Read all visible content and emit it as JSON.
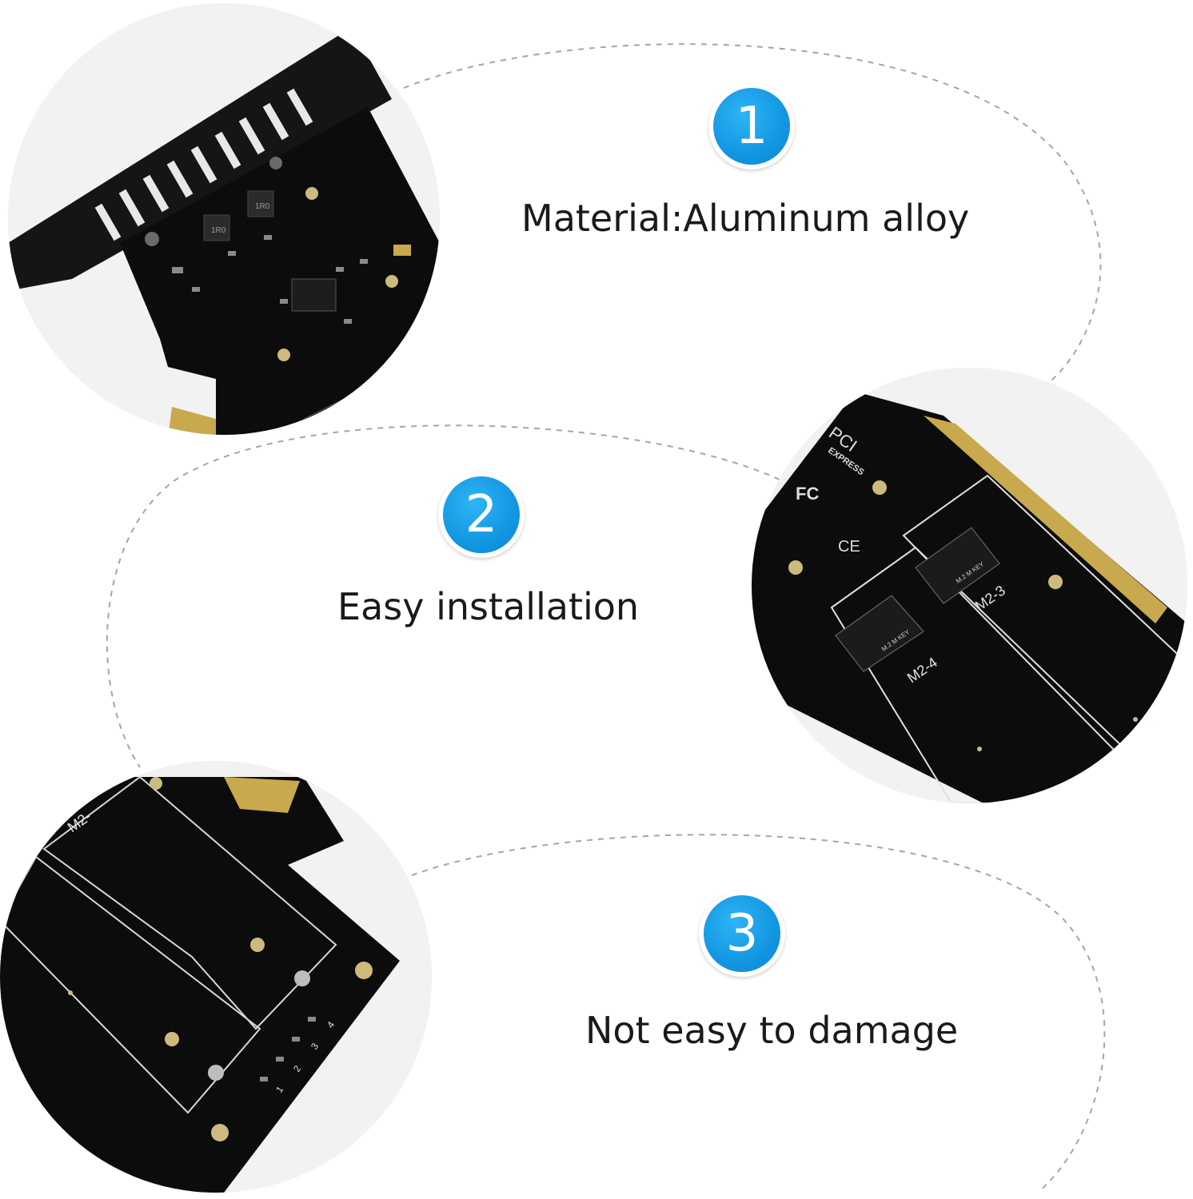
{
  "features": [
    {
      "number": "1",
      "text": "Material:Aluminum alloy"
    },
    {
      "number": "2",
      "text": "Easy installation"
    },
    {
      "number": "3",
      "text": "Not easy to damage"
    }
  ],
  "board_labels": {
    "pci": "PCI",
    "express": "EXPRESS",
    "fcc": "FC",
    "ce": "CE",
    "slot_a": "M2-4",
    "slot_b": "M2-3",
    "key_a": "M.2 M KEY",
    "key_b": "M.2 M KEY",
    "slot_c": "M2-",
    "ind_1": "1",
    "ind_2": "2",
    "ind_3": "3",
    "ind_4": "4",
    "inductor_1": "1R0",
    "inductor_2": "1R0"
  },
  "colors": {
    "badge_blue": "#1296e2",
    "pcb_black": "#0d0d0d",
    "gold_pad": "#c9b26a",
    "dashed_line": "#9a9a9a"
  }
}
